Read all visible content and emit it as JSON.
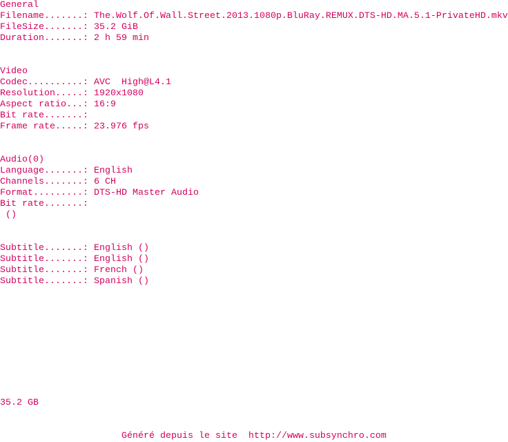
{
  "general": {
    "heading": "General",
    "filename_label": "Filename.......: ",
    "filename": "The.Wolf.Of.Wall.Street.2013.1080p.BluRay.REMUX.DTS-HD.MA.5.1-PrivateHD.mkv",
    "filesize_label": "FileSize.......: ",
    "filesize": "35.2 GiB",
    "duration_label": "Duration.......: ",
    "duration": "2 h 59 min"
  },
  "video": {
    "heading": "Video",
    "codec_label": "Codec..........: ",
    "codec": "AVC  High@L4.1",
    "resolution_label": "Resolution.....: ",
    "resolution": "1920x1080",
    "aspect_label": "Aspect ratio...: ",
    "aspect": "16:9",
    "bitrate_label": "Bit rate.......: ",
    "bitrate": "",
    "framerate_label": "Frame rate.....: ",
    "framerate": "23.976 fps"
  },
  "audio": {
    "heading": "Audio(0)",
    "language_label": "Language.......: ",
    "language": "English",
    "channels_label": "Channels.......: ",
    "channels": "6 CH",
    "format_label": "Format.........: ",
    "format": "DTS-HD Master Audio",
    "bitrate_label": "Bit rate.......: ",
    "bitrate": "",
    "extra": " ()"
  },
  "subtitles": [
    {
      "label": "Subtitle.......: ",
      "value": "English ()"
    },
    {
      "label": "Subtitle.......: ",
      "value": "English ()"
    },
    {
      "label": "Subtitle.......: ",
      "value": "French ()"
    },
    {
      "label": "Subtitle.......: ",
      "value": "Spanish ()"
    }
  ],
  "total_size": "35.2 GB",
  "footer": "Généré depuis le site  http://www.subsynchro.com"
}
